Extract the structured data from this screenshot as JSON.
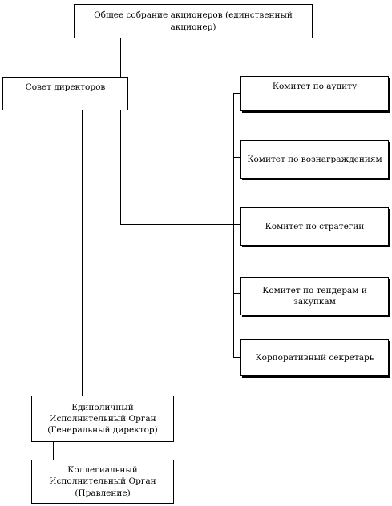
{
  "diagram": {
    "nodes": {
      "shareholders_meeting": "Общее собрание акционеров (единственный акционер)",
      "board_of_directors": "Совет директоров",
      "audit_committee": "Комитет по аудиту",
      "remuneration_committee": "Комитет по вознаграждениям",
      "strategy_committee": "Комитет по стратегии",
      "tenders_committee": "Комитет по тендерам и закупкам",
      "corporate_secretary": "Корпоративный секретарь",
      "sole_executive_body": "Единоличный Исполнительный Орган (Генеральный директор)",
      "collegial_executive_body": "Коллегиальный Исполнительный Орган (Правление)"
    }
  }
}
